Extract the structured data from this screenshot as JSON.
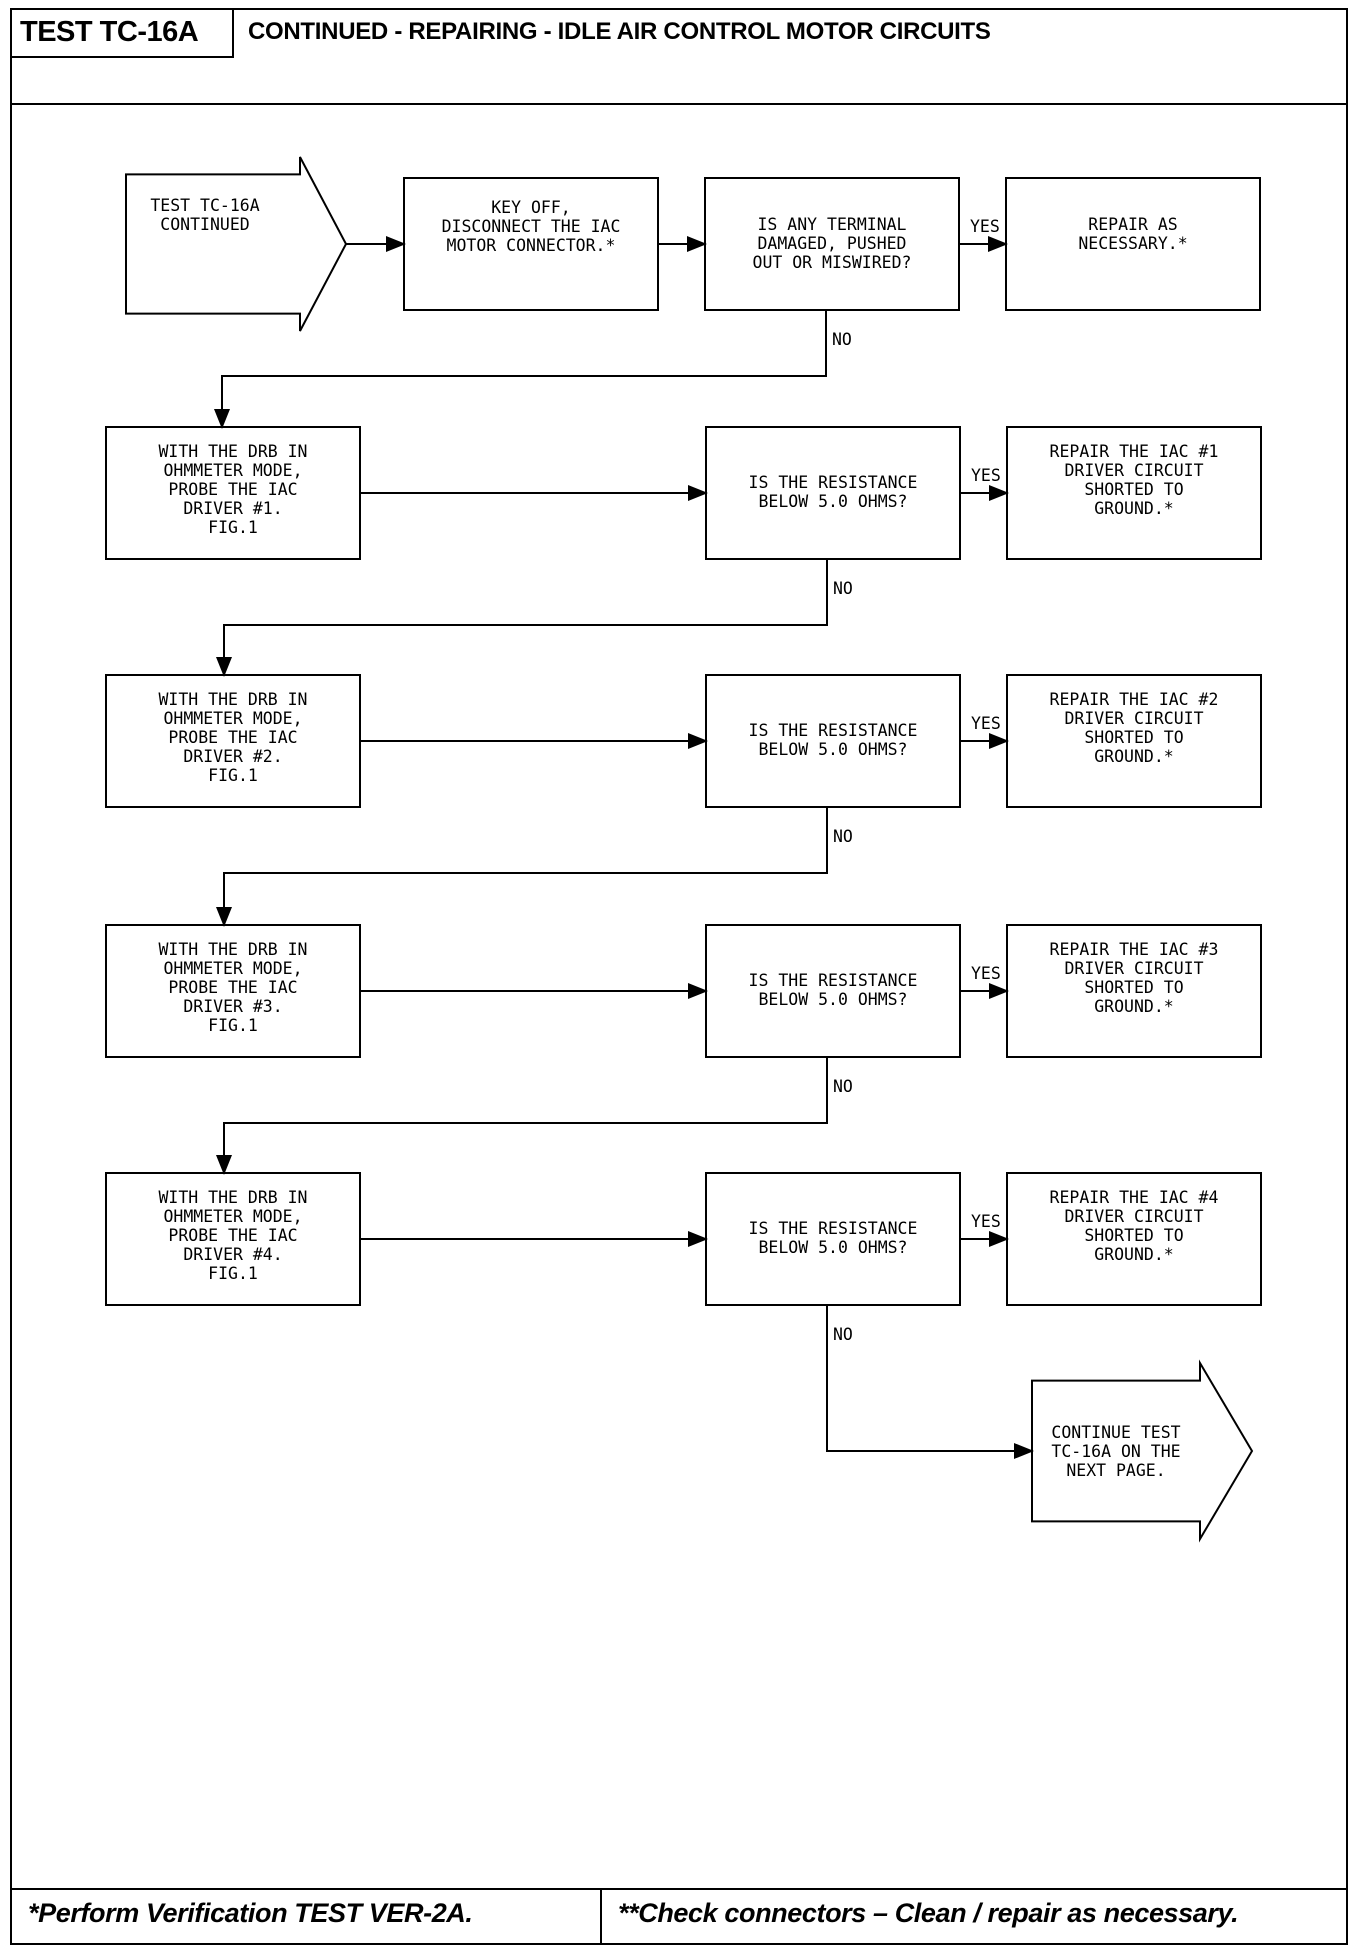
{
  "header": {
    "test_id": "TEST TC-16A",
    "title": "CONTINUED - REPAIRING - IDLE AIR CONTROL MOTOR CIRCUITS"
  },
  "flowchart": {
    "start": [
      "TEST TC-16A",
      "CONTINUED"
    ],
    "step_1": [
      "KEY OFF,",
      "DISCONNECT THE IAC",
      "MOTOR CONNECTOR.*"
    ],
    "question_1": [
      "IS ANY TERMINAL",
      "DAMAGED, PUSHED",
      "OUT OR MISWIRED?"
    ],
    "repair_1": [
      "REPAIR AS",
      "NECESSARY.*"
    ],
    "probe_1": [
      "WITH THE DRB IN",
      "OHMMETER MODE,",
      "PROBE THE IAC",
      "DRIVER #1.",
      "FIG.1"
    ],
    "question_2": [
      "IS THE RESISTANCE",
      "BELOW 5.0 OHMS?"
    ],
    "repair_2": [
      "REPAIR THE IAC #1",
      "DRIVER CIRCUIT",
      "SHORTED TO",
      "GROUND.*"
    ],
    "probe_2": [
      "WITH THE DRB IN",
      "OHMMETER MODE,",
      "PROBE THE IAC",
      "DRIVER #2.",
      "FIG.1"
    ],
    "question_3": [
      "IS THE RESISTANCE",
      "BELOW 5.0 OHMS?"
    ],
    "repair_3": [
      "REPAIR THE IAC #2",
      "DRIVER CIRCUIT",
      "SHORTED TO",
      "GROUND.*"
    ],
    "probe_3": [
      "WITH THE DRB IN",
      "OHMMETER MODE,",
      "PROBE THE IAC",
      "DRIVER #3.",
      "FIG.1"
    ],
    "question_4": [
      "IS THE RESISTANCE",
      "BELOW 5.0 OHMS?"
    ],
    "repair_4": [
      "REPAIR THE IAC #3",
      "DRIVER CIRCUIT",
      "SHORTED TO",
      "GROUND.*"
    ],
    "probe_4": [
      "WITH THE DRB IN",
      "OHMMETER MODE,",
      "PROBE THE IAC",
      "DRIVER #4.",
      "FIG.1"
    ],
    "question_5": [
      "IS THE RESISTANCE",
      "BELOW 5.0 OHMS?"
    ],
    "repair_5": [
      "REPAIR THE IAC #4",
      "DRIVER CIRCUIT",
      "SHORTED TO",
      "GROUND.*"
    ],
    "end": [
      "CONTINUE TEST",
      "TC-16A ON THE",
      "NEXT PAGE."
    ],
    "yes_label": "YES",
    "no_label": "NO"
  },
  "footer": {
    "left_note": "*Perform Verification TEST VER-2A.",
    "right_note": "**Check connectors – Clean / repair as necessary."
  }
}
